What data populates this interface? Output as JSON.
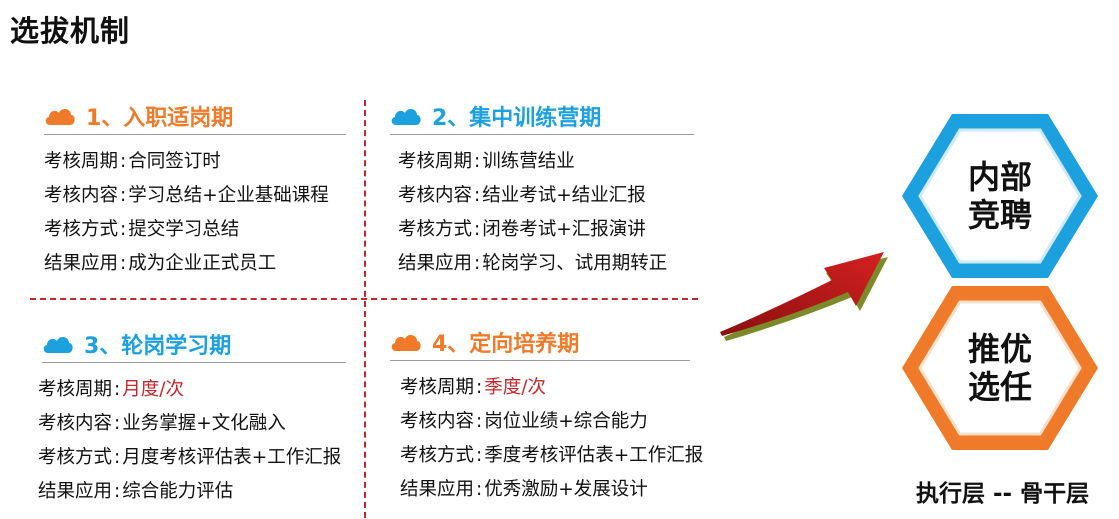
{
  "title": "选拔机制",
  "colors": {
    "orange": "#ef7a2a",
    "blue": "#1da0de",
    "red": "#c0282d"
  },
  "quadrants": [
    {
      "title": "1、入职适岗期",
      "icon": "cloud-icon",
      "accent": "orange",
      "rows": [
        {
          "label": "考核周期",
          "sep": ":",
          "value": "合同签订时"
        },
        {
          "label": "考核内容",
          "sep": ":",
          "value": "学习总结+企业基础课程"
        },
        {
          "label": "考核方式",
          "sep": ":",
          "value": "提交学习总结"
        },
        {
          "label": "结果应用",
          "sep": ":",
          "value": "成为企业正式员工"
        }
      ]
    },
    {
      "title": "2、集中训练营期",
      "icon": "cloud-icon",
      "accent": "blue",
      "rows": [
        {
          "label": "考核周期",
          "sep": ":",
          "value": "训练营结业"
        },
        {
          "label": "考核内容",
          "sep": ":",
          "value": "结业考试+结业汇报"
        },
        {
          "label": "考核方式",
          "sep": ":",
          "value": "闭卷考试+汇报演讲"
        },
        {
          "label": "结果应用",
          "sep": ":",
          "value": "轮岗学习、试用期转正"
        }
      ]
    },
    {
      "title": "3、轮岗学习期",
      "icon": "cloud-icon",
      "accent": "blue",
      "rows": [
        {
          "label": "考核周期",
          "sep": ":",
          "value": "月度/次",
          "highlight": true
        },
        {
          "label": "考核内容",
          "sep": ":",
          "value": "业务掌握+文化融入"
        },
        {
          "label": "考核方式",
          "sep": ":",
          "value": "月度考核评估表+工作汇报"
        },
        {
          "label": "结果应用",
          "sep": ":",
          "value": "综合能力评估"
        }
      ]
    },
    {
      "title": "4、定向培养期",
      "icon": "cloud-icon",
      "accent": "orange",
      "rows": [
        {
          "label": "考核周期",
          "sep": ":",
          "value": "季度/次",
          "highlight": true
        },
        {
          "label": "考核内容",
          "sep": ":",
          "value": "岗位业绩+综合能力"
        },
        {
          "label": "考核方式",
          "sep": ":",
          "value": "季度考核评估表+工作汇报"
        },
        {
          "label": "结果应用",
          "sep": ":",
          "value": "优秀激励+发展设计"
        }
      ]
    }
  ],
  "hexagons": [
    {
      "line1": "内部",
      "line2": "竞聘",
      "color": "#1da0de"
    },
    {
      "line1": "推优",
      "line2": "选任",
      "color": "#ef7a2a"
    }
  ],
  "footer": "执行层 -- 骨干层"
}
